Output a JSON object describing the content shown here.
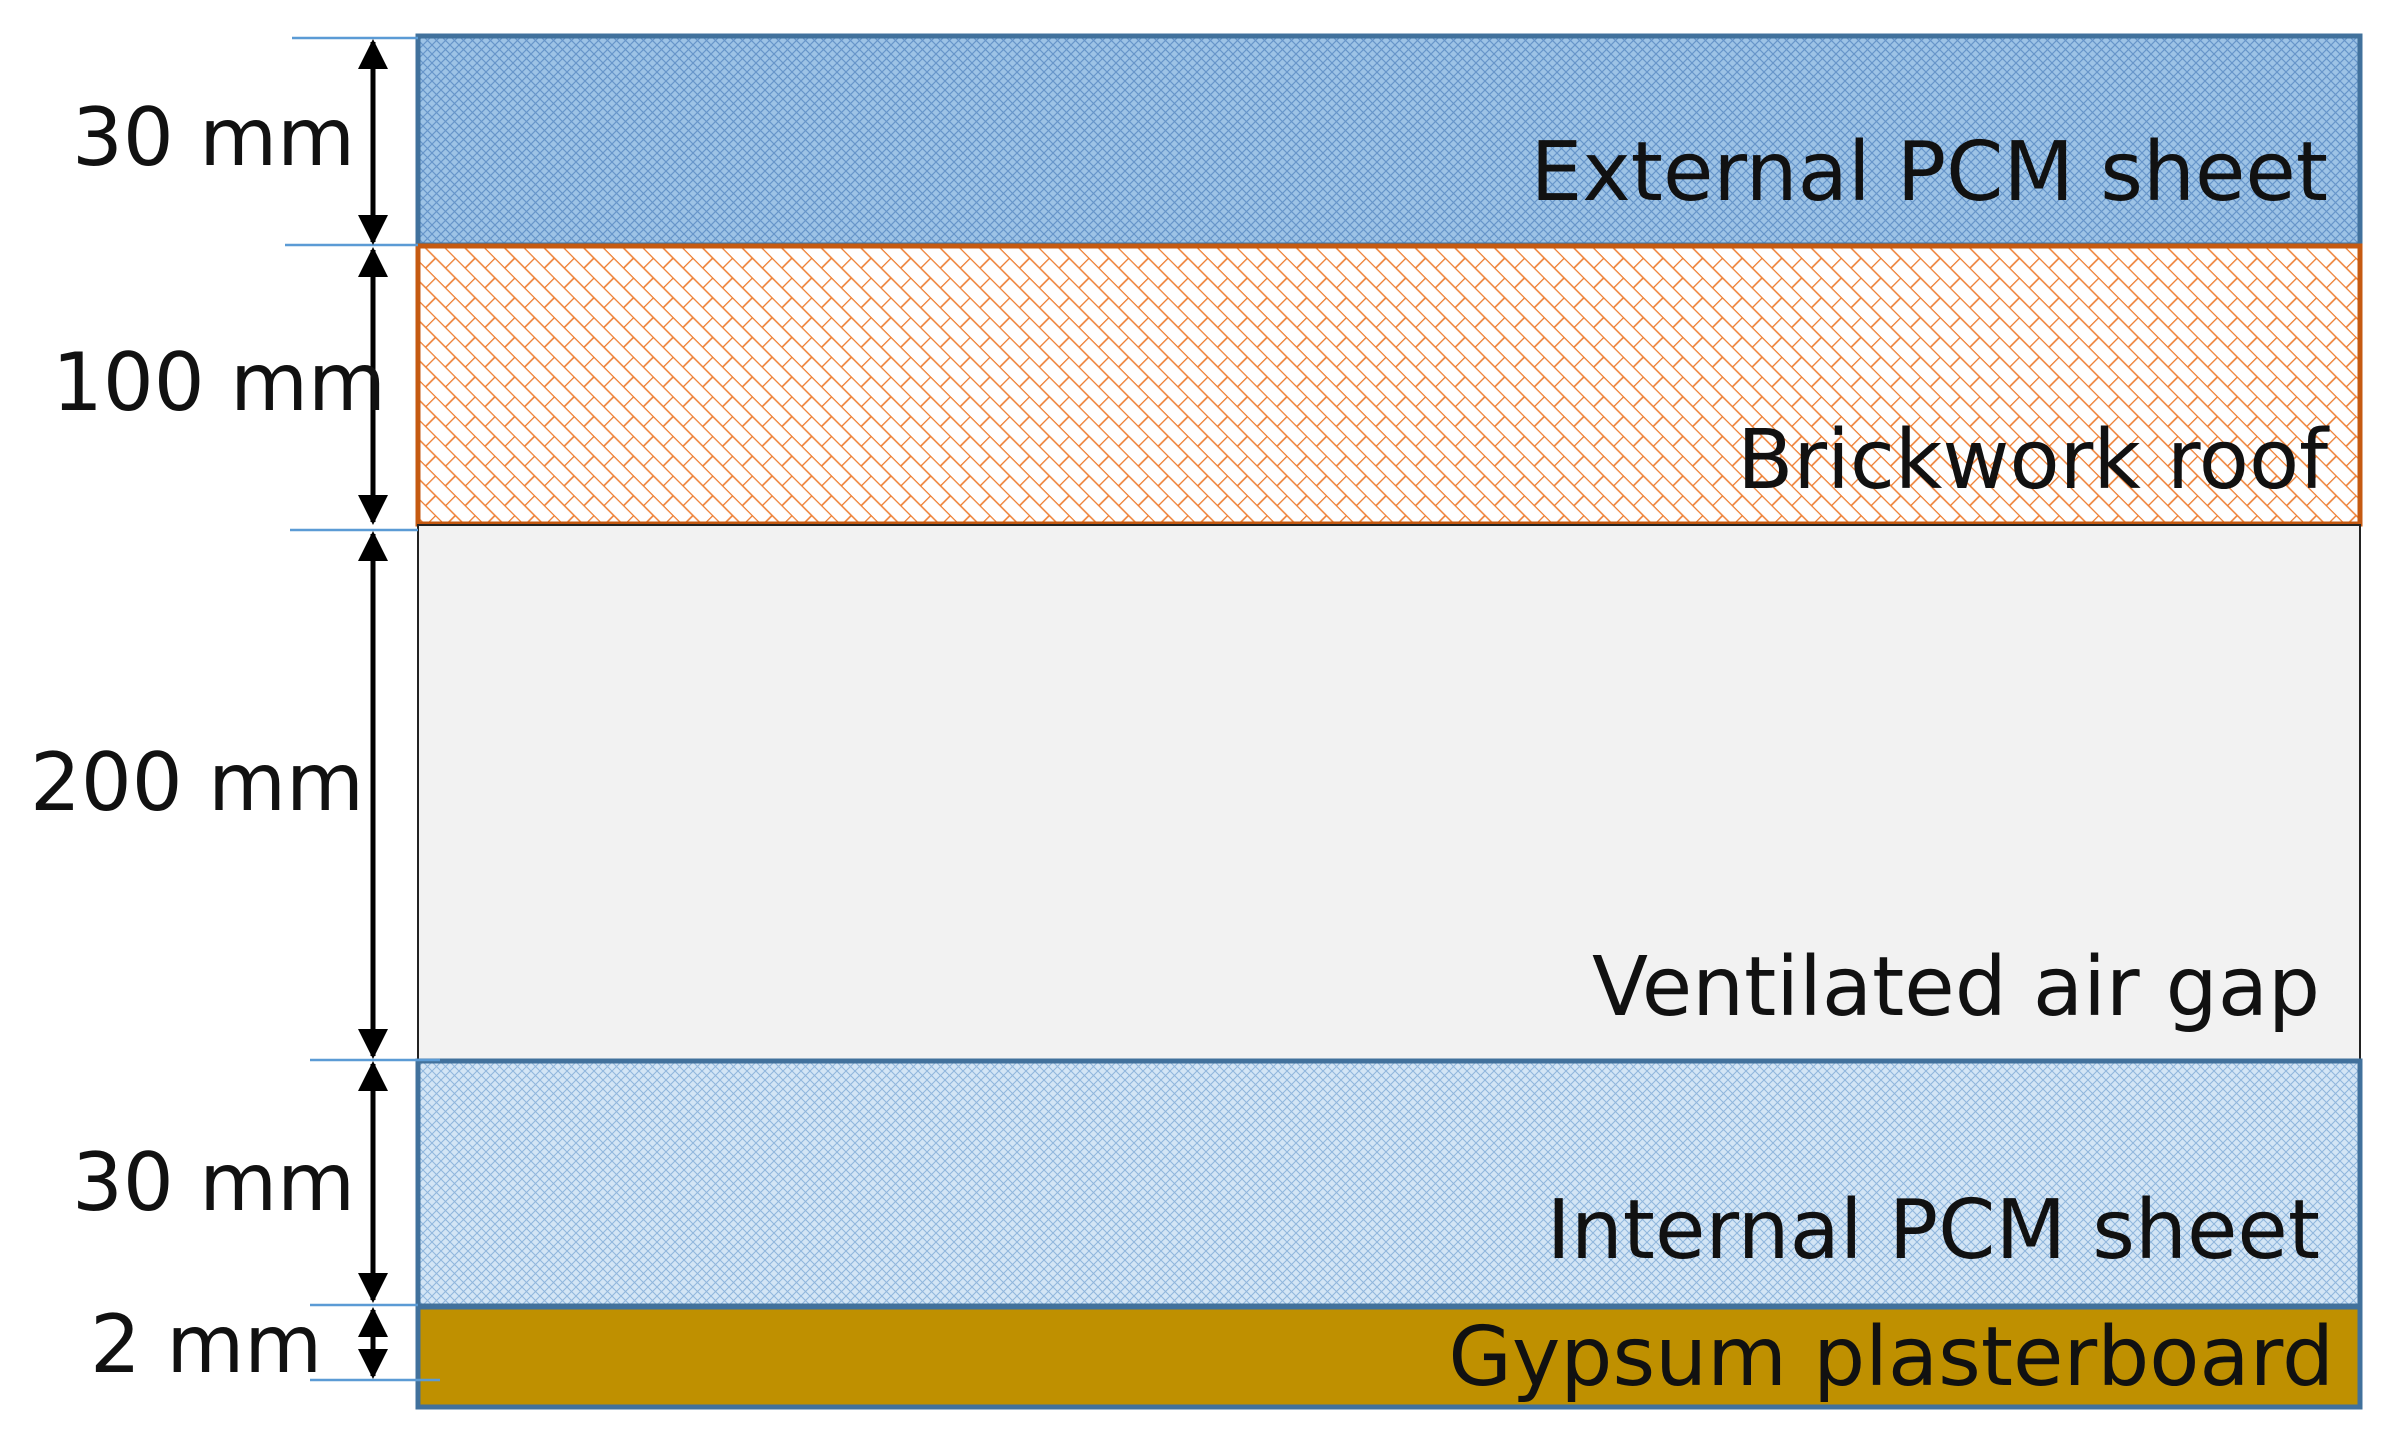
{
  "layers": [
    {
      "name": "External PCM sheet",
      "thickness": "30 mm",
      "fill": "#9dc3e6",
      "hatch": "#4f81bd",
      "border": "#41719c",
      "pattern": "crosshatch"
    },
    {
      "name": "Brickwork roof",
      "thickness": "100 mm",
      "fill": "#ffffff",
      "hatch": "#ed7d31",
      "border": "#c55a11",
      "pattern": "brick"
    },
    {
      "name": "Ventilated air gap",
      "thickness": "200 mm",
      "fill": "#f2f2f2",
      "border": "#222222",
      "pattern": "none"
    },
    {
      "name": "Internal PCM sheet",
      "thickness": "30 mm",
      "fill": "#c5dcf0",
      "hatch": "#7aa7d4",
      "border": "#41719c",
      "pattern": "crosshatch"
    },
    {
      "name": "Gypsum plasterboard",
      "thickness": "2 mm",
      "fill": "#bf9000",
      "border": "#41719c",
      "pattern": "none"
    }
  ],
  "colors": {
    "extension_line": "#5b9bd5",
    "dimension_arrow": "#000000"
  }
}
